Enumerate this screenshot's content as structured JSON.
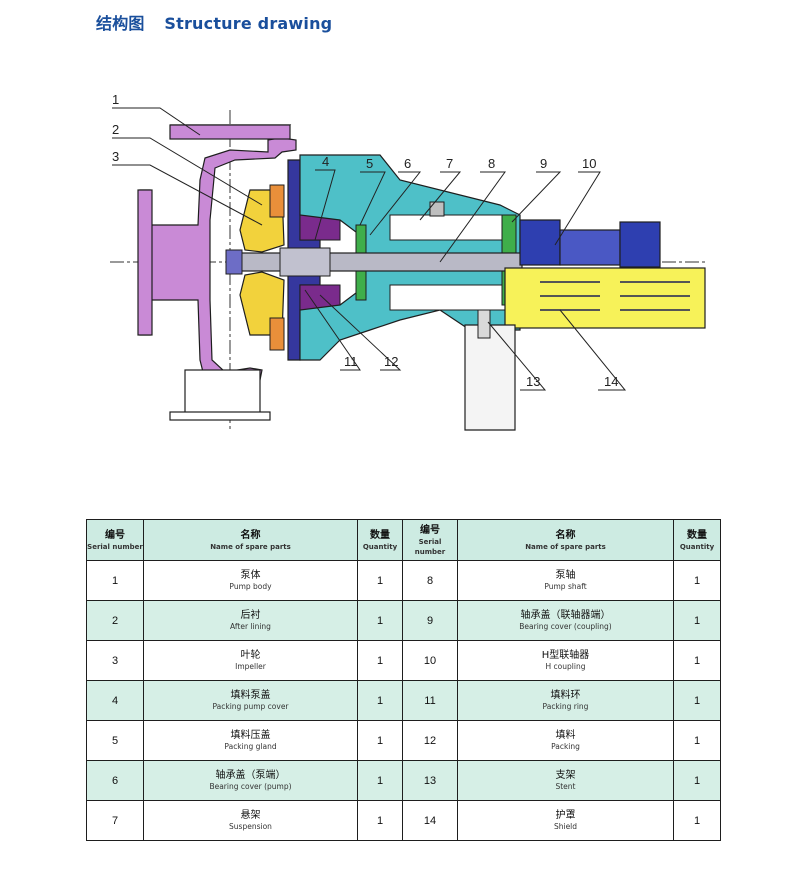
{
  "title": {
    "zh": "结构图",
    "en": "Structure drawing"
  },
  "callouts": [
    "1",
    "2",
    "3",
    "4",
    "5",
    "6",
    "7",
    "8",
    "9",
    "10",
    "11",
    "12",
    "13",
    "14"
  ],
  "table": {
    "headers": {
      "serial_zh": "编号",
      "serial_en": "Serial number",
      "name_zh": "名称",
      "name_en": "Name of spare parts",
      "qty_zh": "数量",
      "qty_en": "Quantity"
    },
    "rows": [
      {
        "n1": "1",
        "zh1": "泵体",
        "en1": "Pump body",
        "q1": "1",
        "n2": "8",
        "zh2": "泵轴",
        "en2": "Pump shaft",
        "q2": "1"
      },
      {
        "n1": "2",
        "zh1": "后衬",
        "en1": "After lining",
        "q1": "1",
        "n2": "9",
        "zh2": "轴承盖（联轴器端）",
        "en2": "Bearing cover (coupling)",
        "q2": "1"
      },
      {
        "n1": "3",
        "zh1": "叶轮",
        "en1": "Impeller",
        "q1": "1",
        "n2": "10",
        "zh2": "H型联轴器",
        "en2": "H coupling",
        "q2": "1"
      },
      {
        "n1": "4",
        "zh1": "填料泵盖",
        "en1": "Packing pump cover",
        "q1": "1",
        "n2": "11",
        "zh2": "填料环",
        "en2": "Packing ring",
        "q2": "1"
      },
      {
        "n1": "5",
        "zh1": "填料压盖",
        "en1": "Packing gland",
        "q1": "1",
        "n2": "12",
        "zh2": "填料",
        "en2": "Packing",
        "q2": "1"
      },
      {
        "n1": "6",
        "zh1": "轴承盖（泵端）",
        "en1": "Bearing cover (pump)",
        "q1": "1",
        "n2": "13",
        "zh2": "支架",
        "en2": "Stent",
        "q2": "1"
      },
      {
        "n1": "7",
        "zh1": "悬架",
        "en1": "Suspension",
        "q1": "1",
        "n2": "14",
        "zh2": "护罩",
        "en2": "Shield",
        "q2": "1"
      }
    ]
  },
  "colors": {
    "pump_body": "#c98ad6",
    "impeller": "#f2d23c",
    "cover": "#35379e",
    "suspension": "#4ec0c8",
    "shaft": "#b9b9c6",
    "bearing_cover": "#3fae4a",
    "coupling": "#2e3fb0",
    "shield": "#f7f259",
    "stent": "#d9d9d9"
  }
}
